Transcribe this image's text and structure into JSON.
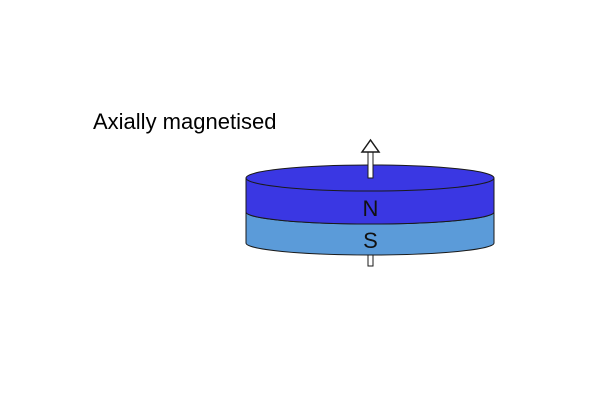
{
  "caption": "Axially magnetised",
  "magnet": {
    "north_label": "N",
    "south_label": "S",
    "north_color": "#3a37e3",
    "north_top_color": "#3a37e3",
    "south_color": "#5b9bd9",
    "outline_color": "#1a1a1a",
    "arrow_color": "#ffffff"
  },
  "icons": {
    "magnetization-arrow": "arrow-up-icon"
  }
}
